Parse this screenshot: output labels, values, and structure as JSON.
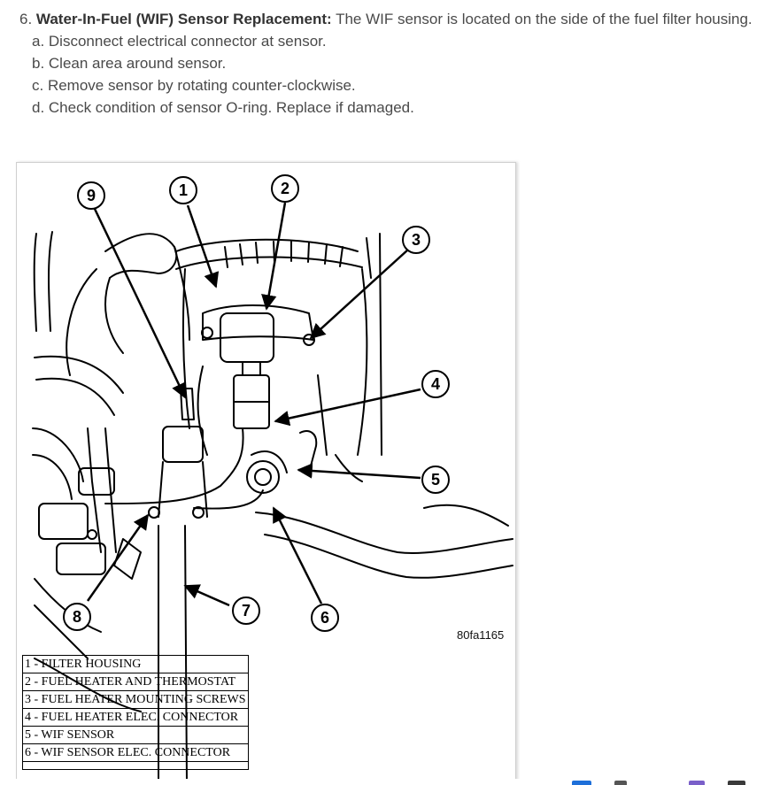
{
  "step": {
    "number": "6.",
    "title": "Water-In-Fuel (WIF) Sensor Replacement:",
    "text": "The WIF sensor is located on the side of the fuel filter housing.",
    "substeps": [
      "a. Disconnect electrical connector at sensor.",
      "b. Clean area around sensor.",
      "c. Remove sensor by rotating counter-clockwise.",
      "d. Check condition of sensor O-ring. Replace if damaged."
    ]
  },
  "figure": {
    "code": "80fa1165",
    "callouts": [
      "1",
      "2",
      "3",
      "4",
      "5",
      "6",
      "7",
      "8",
      "9"
    ],
    "legend": [
      "1 - FILTER HOUSING",
      "2 - FUEL HEATER AND THERMOSTAT",
      "3 - FUEL HEATER MOUNTING SCREWS",
      "4 - FUEL HEATER ELEC. CONNECTOR",
      "5 - WIF SENSOR",
      "6 - WIF SENSOR ELEC. CONNECTOR"
    ]
  }
}
